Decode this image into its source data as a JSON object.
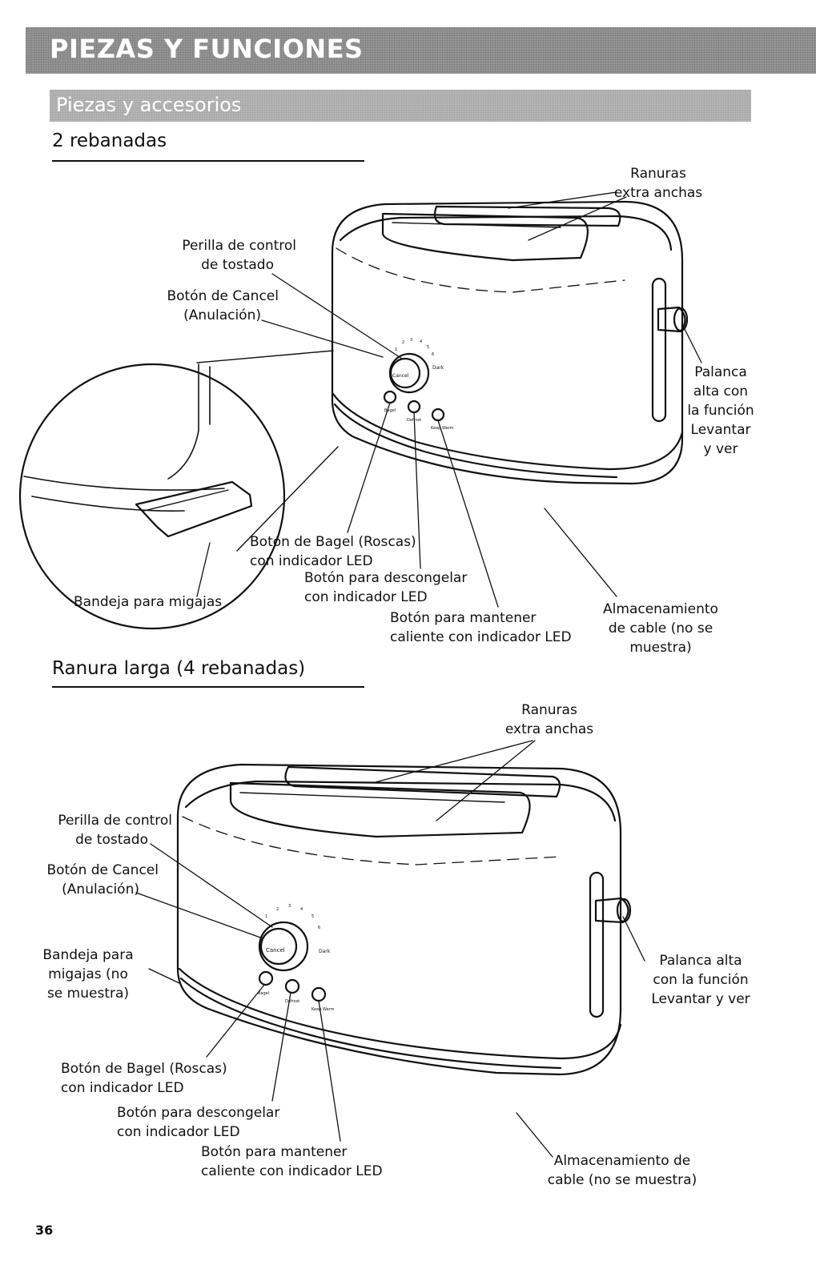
{
  "header": {
    "title": "PIEZAS Y FUNCIONES",
    "subtitle": "Piezas y accesorios"
  },
  "sections": {
    "two_slice": {
      "heading": "2 rebanadas",
      "labels": {
        "slots": [
          "Ranuras",
          "extra anchas"
        ],
        "knob": [
          "Perilla de control",
          "de tostado"
        ],
        "cancel": [
          "Botón de Cancel",
          "(Anulación)"
        ],
        "lever": [
          "Palanca",
          "alta con",
          "la función",
          "Levantar",
          "y ver"
        ],
        "crumb_tray": [
          "Bandeja para migajas"
        ],
        "bagel": [
          "Botón de Bagel (Roscas)",
          "con indicador LED"
        ],
        "defrost": [
          "Botón para descongelar",
          "con indicador LED"
        ],
        "keep_warm": [
          "Botón para mantener",
          "caliente con indicador LED"
        ],
        "cord": [
          "Almacenamiento",
          "de cable (no se",
          "muestra)"
        ]
      }
    },
    "long_slot": {
      "heading": "Ranura larga (4 rebanadas)",
      "labels": {
        "slots": [
          "Ranuras",
          "extra anchas"
        ],
        "knob": [
          "Perilla de control",
          "de tostado"
        ],
        "cancel": [
          "Botón de Cancel",
          "(Anulación)"
        ],
        "crumb_tray": [
          "Bandeja para",
          "migajas (no",
          "se muestra)"
        ],
        "lever": [
          "Palanca alta",
          "con la función",
          "Levantar y ver"
        ],
        "bagel": [
          "Botón de Bagel (Roscas)",
          "con indicador LED"
        ],
        "defrost": [
          "Botón para descongelar",
          "con indicador LED"
        ],
        "keep_warm": [
          "Botón para mantener",
          "caliente con indicador LED"
        ],
        "cord": [
          "Almacenamiento de",
          "cable (no se muestra)"
        ]
      }
    }
  },
  "device_text": {
    "cancel": "Cancel",
    "dark": "Dark",
    "bagel": "Bagel",
    "defrost": "Defrost",
    "keep_warm": "Keep Warm",
    "dial": [
      "1",
      "2",
      "3",
      "4",
      "5",
      "6"
    ]
  },
  "page_number": "36"
}
